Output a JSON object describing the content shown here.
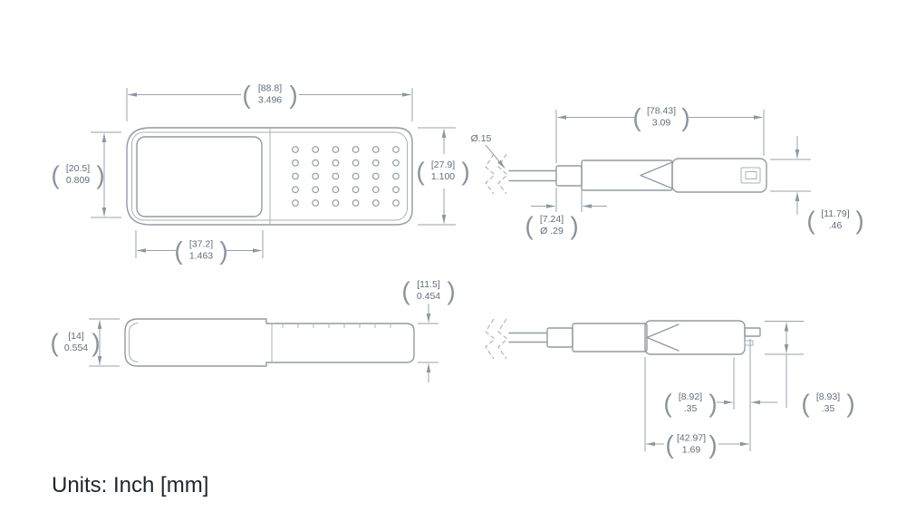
{
  "units_label": "Units: Inch [mm]",
  "symbols": {
    "paren_open": "(",
    "paren_close": ")"
  },
  "views": {
    "top": {
      "width": {
        "mm": "[88.8]",
        "inch": "3.496"
      },
      "screen_height": {
        "mm": "[20.5]",
        "inch": "0.809"
      },
      "body_height": {
        "mm": "[27.9]",
        "inch": "1.100"
      },
      "screen_width": {
        "mm": "[37.2]",
        "inch": "1.463"
      }
    },
    "cable_top": {
      "cable_diameter": "Ø.15",
      "length": {
        "mm": "[78.43]",
        "inch": "3.09"
      },
      "relief_diameter": {
        "mm": "[7.24]",
        "inch": "Ø .29"
      },
      "connector_height": {
        "mm": "[11.79]",
        "inch": ".46"
      }
    },
    "side": {
      "height": {
        "mm": "[14]",
        "inch": "0.554"
      },
      "tip_height": {
        "mm": "[11.5]",
        "inch": "0.454"
      }
    },
    "connector_side": {
      "plug_length": {
        "mm": "[8.92]",
        "inch": ".35"
      },
      "connector_height": {
        "mm": "[8.93]",
        "inch": ".35"
      },
      "overall_length": {
        "mm": "[42.97]",
        "inch": "1.69"
      }
    }
  }
}
